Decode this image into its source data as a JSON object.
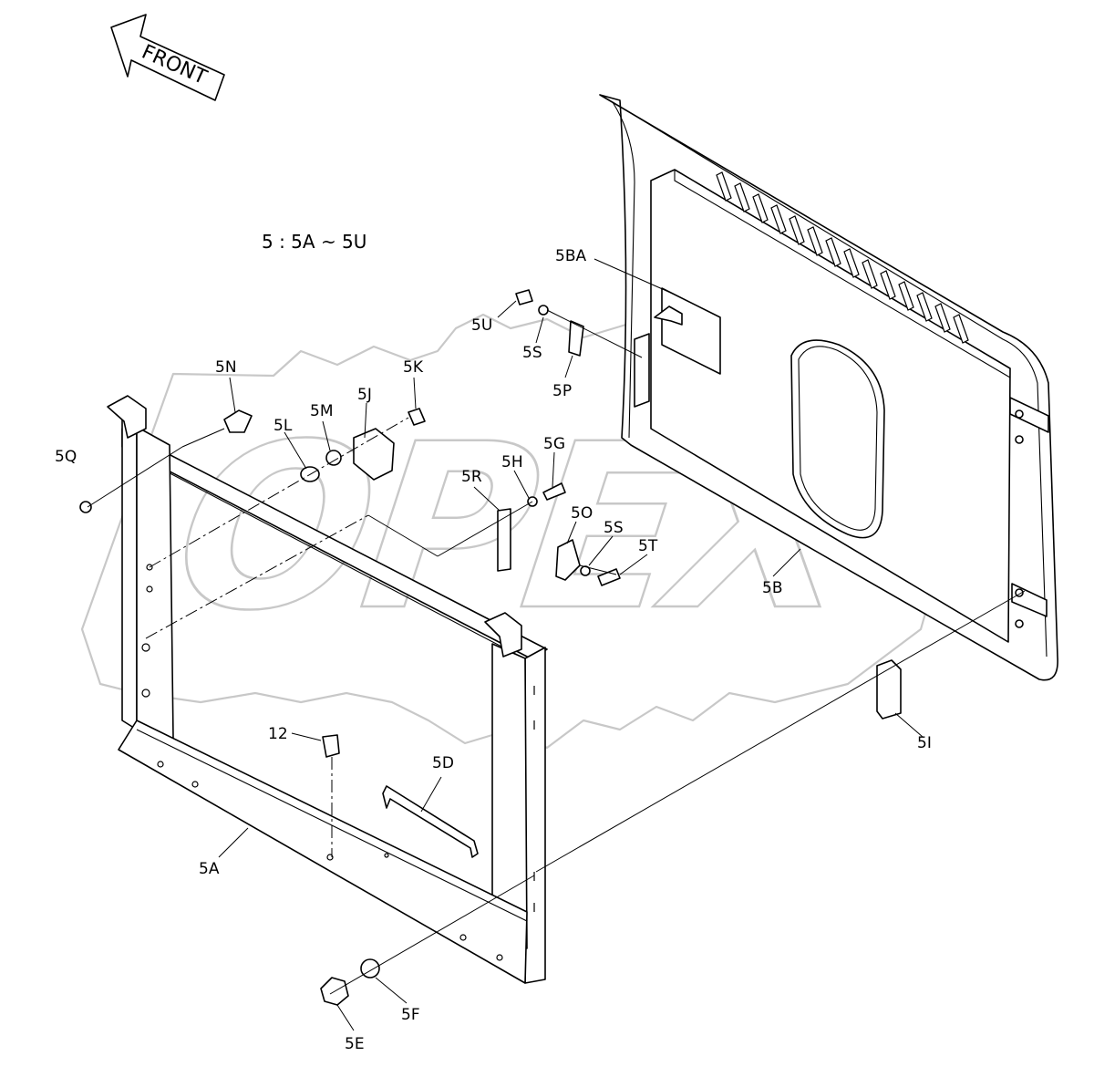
{
  "diagram": {
    "orientation_label": "FRONT",
    "assembly_note": "5 : 5A ~ 5U",
    "watermark": "OPEX",
    "labels": {
      "5BA": "5BA",
      "5U": "5U",
      "5S_top": "5S",
      "5P": "5P",
      "5N": "5N",
      "5K": "5K",
      "5J": "5J",
      "5M": "5M",
      "5L": "5L",
      "5Q": "5Q",
      "5G": "5G",
      "5H": "5H",
      "5R": "5R",
      "5O": "5O",
      "5S_mid": "5S",
      "5T": "5T",
      "5B": "5B",
      "5I": "5I",
      "12": "12",
      "5D": "5D",
      "5A": "5A",
      "5F": "5F",
      "5E": "5E"
    }
  }
}
